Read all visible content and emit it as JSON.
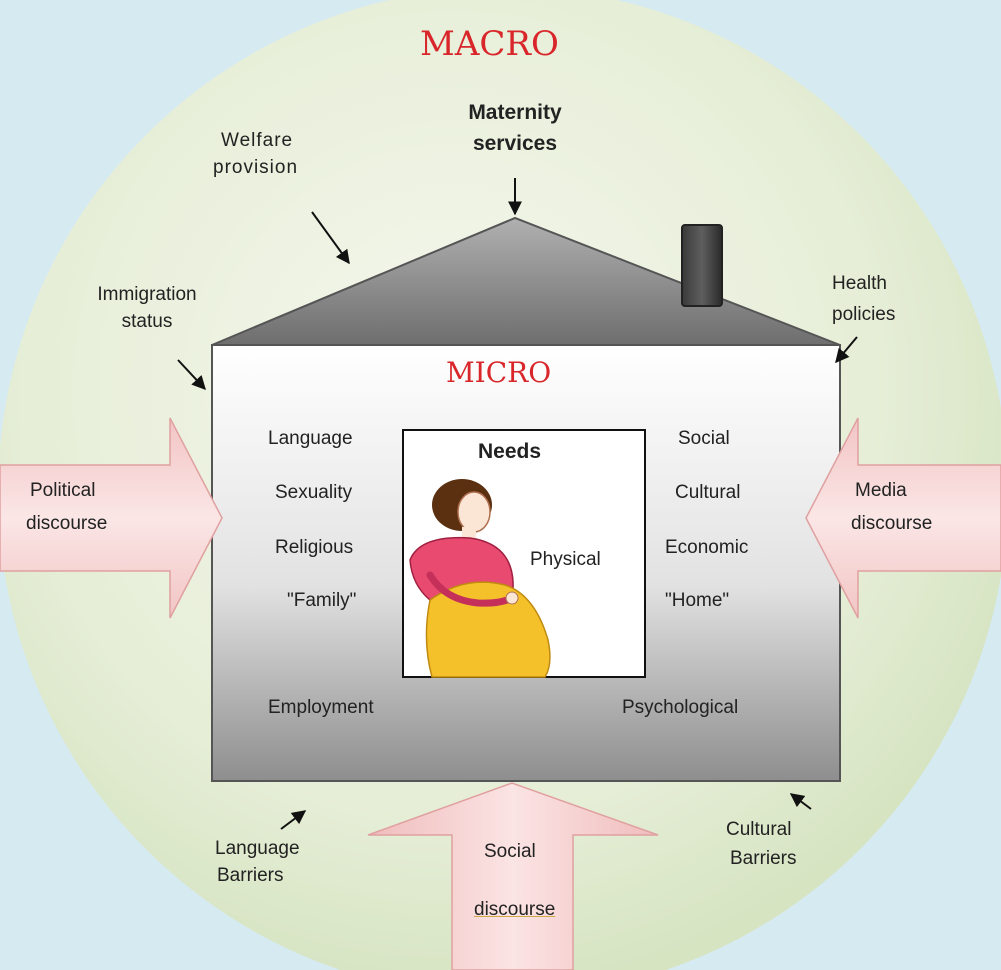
{
  "titles": {
    "macro": "MACRO",
    "micro": "MICRO",
    "needs": "Needs"
  },
  "top": {
    "maternity_line1": "Maternity",
    "maternity_line2": "services"
  },
  "outer": {
    "welfare_line1": "Welfare",
    "welfare_line2": "provision",
    "immigration_line1": "Immigration",
    "immigration_line2": "status",
    "health_line1": "Health",
    "health_line2": "policies",
    "language_barriers_line1": "Language",
    "language_barriers_line2": "Barriers",
    "cultural_barriers_line1": "Cultural",
    "cultural_barriers_line2": "Barriers"
  },
  "arrows": {
    "political_line1": "Political",
    "political_line2": "discourse",
    "media_line1": "Media",
    "media_line2": "discourse",
    "social_line1": "Social",
    "social_line2": "discourse"
  },
  "micro_left": [
    "Language",
    "Sexuality",
    "Religious",
    "\"Family\"",
    "Employment"
  ],
  "micro_right": [
    "Social",
    "Cultural",
    "Economic",
    "\"Home\"",
    "Psychological"
  ],
  "needs_label": "Physical",
  "colors": {
    "background": "#d6eaf2",
    "circle": "#e4edd3",
    "macro_text": "#d9262a",
    "arrow_fill": "#f0b8b8",
    "roof": "#8a8a8a"
  },
  "icons": {
    "figure": "pregnant-woman-illustration"
  }
}
